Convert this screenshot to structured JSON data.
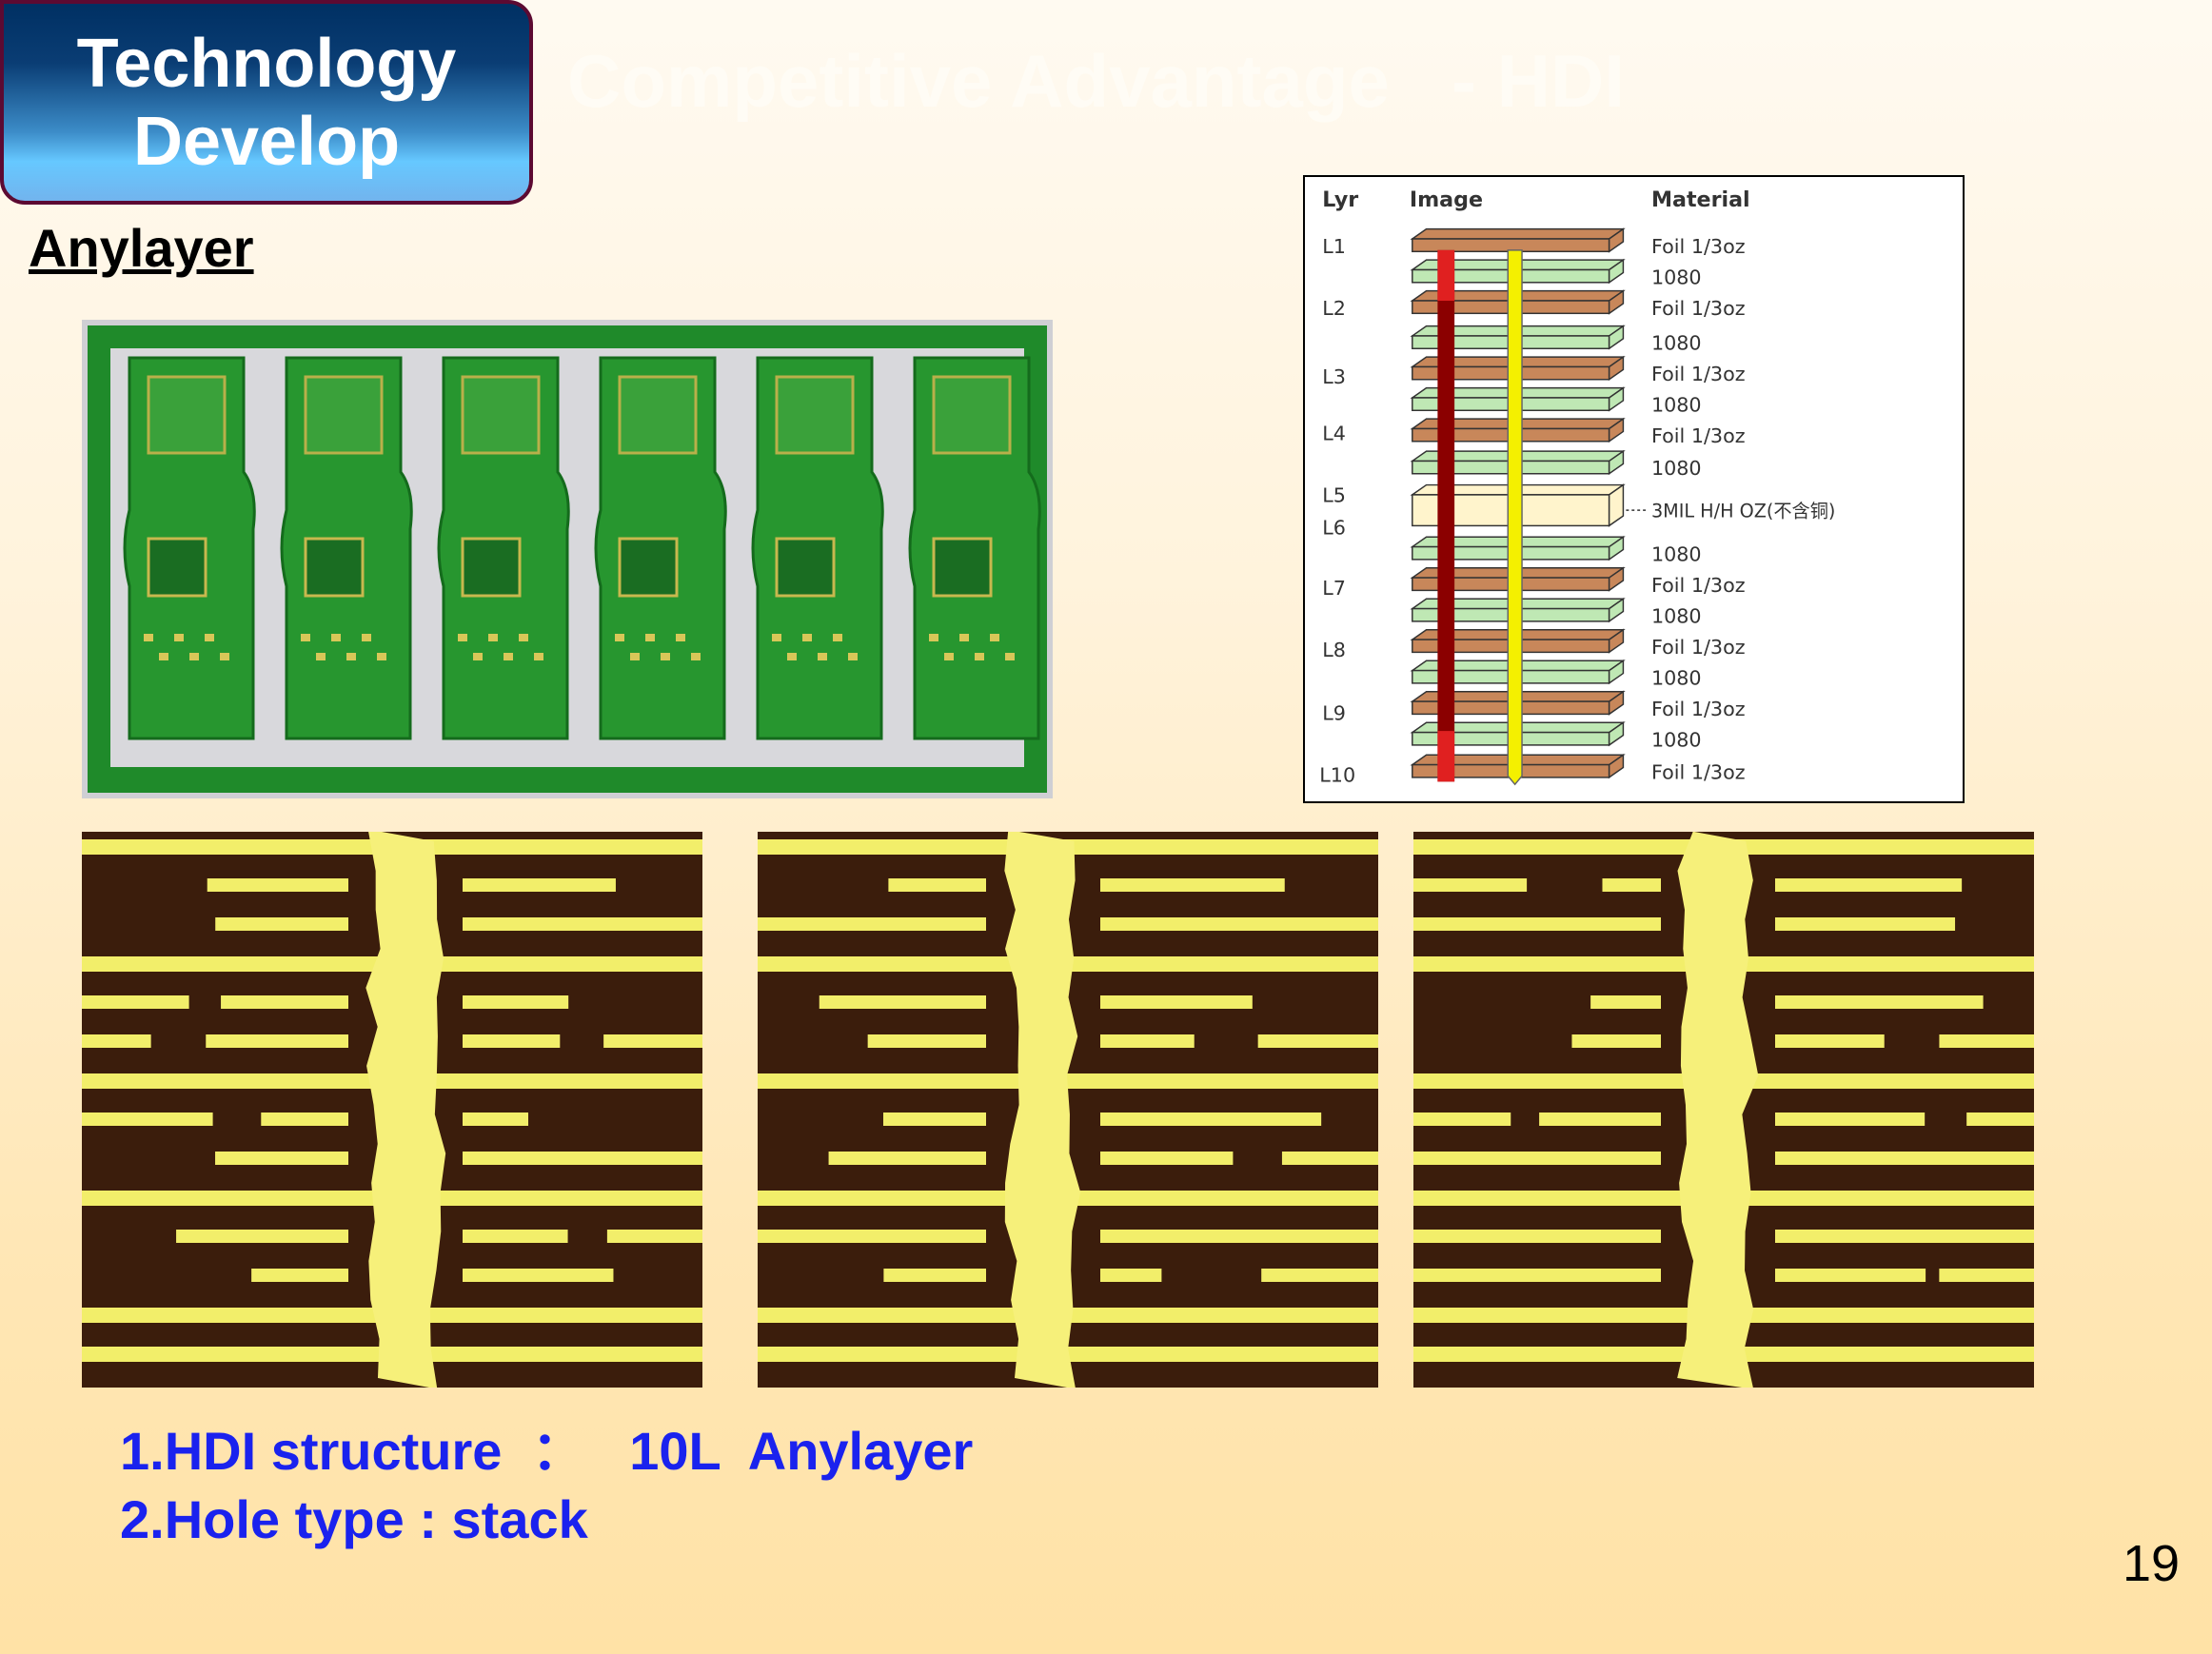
{
  "badge": {
    "line1": "Technology",
    "line2": "Develop"
  },
  "title": "Competitive Advantage   - HDI",
  "subtitle": "Anylayer",
  "stackup": {
    "headers": {
      "layer": "Lyr",
      "image": "Image",
      "material": "Material"
    },
    "layers": [
      "L1",
      "L2",
      "L3",
      "L4",
      "L5",
      "L6",
      "L7",
      "L8",
      "L9",
      "L10"
    ],
    "materials": [
      {
        "type": "foil",
        "label": "Foil 1/3oz"
      },
      {
        "type": "prepreg",
        "label": "1080"
      },
      {
        "type": "foil",
        "label": "Foil 1/3oz"
      },
      {
        "type": "prepreg",
        "label": "1080"
      },
      {
        "type": "foil",
        "label": "Foil 1/3oz"
      },
      {
        "type": "prepreg",
        "label": "1080"
      },
      {
        "type": "foil",
        "label": "Foil 1/3oz"
      },
      {
        "type": "prepreg",
        "label": "1080"
      },
      {
        "type": "core",
        "label": "3MIL H/H OZ(不含铜)"
      },
      {
        "type": "prepreg",
        "label": "1080"
      },
      {
        "type": "foil",
        "label": "Foil 1/3oz"
      },
      {
        "type": "prepreg",
        "label": "1080"
      },
      {
        "type": "foil",
        "label": "Foil 1/3oz"
      },
      {
        "type": "prepreg",
        "label": "1080"
      },
      {
        "type": "foil",
        "label": "Foil 1/3oz"
      },
      {
        "type": "prepreg",
        "label": "1080"
      },
      {
        "type": "foil",
        "label": "Foil 1/3oz"
      }
    ]
  },
  "notes": {
    "line1": "1.HDI structure  ：   10L  Anylayer",
    "line2": "2.Hole type : stack"
  },
  "page_number": "19",
  "colors": {
    "foil": "#c8875a",
    "prepreg": "#bfe8b4",
    "core": "#fff4cc",
    "via": "#f4f000",
    "stack_via": "#8b0000",
    "note": "#1a22ee",
    "pcb": "#1f8a2a"
  }
}
